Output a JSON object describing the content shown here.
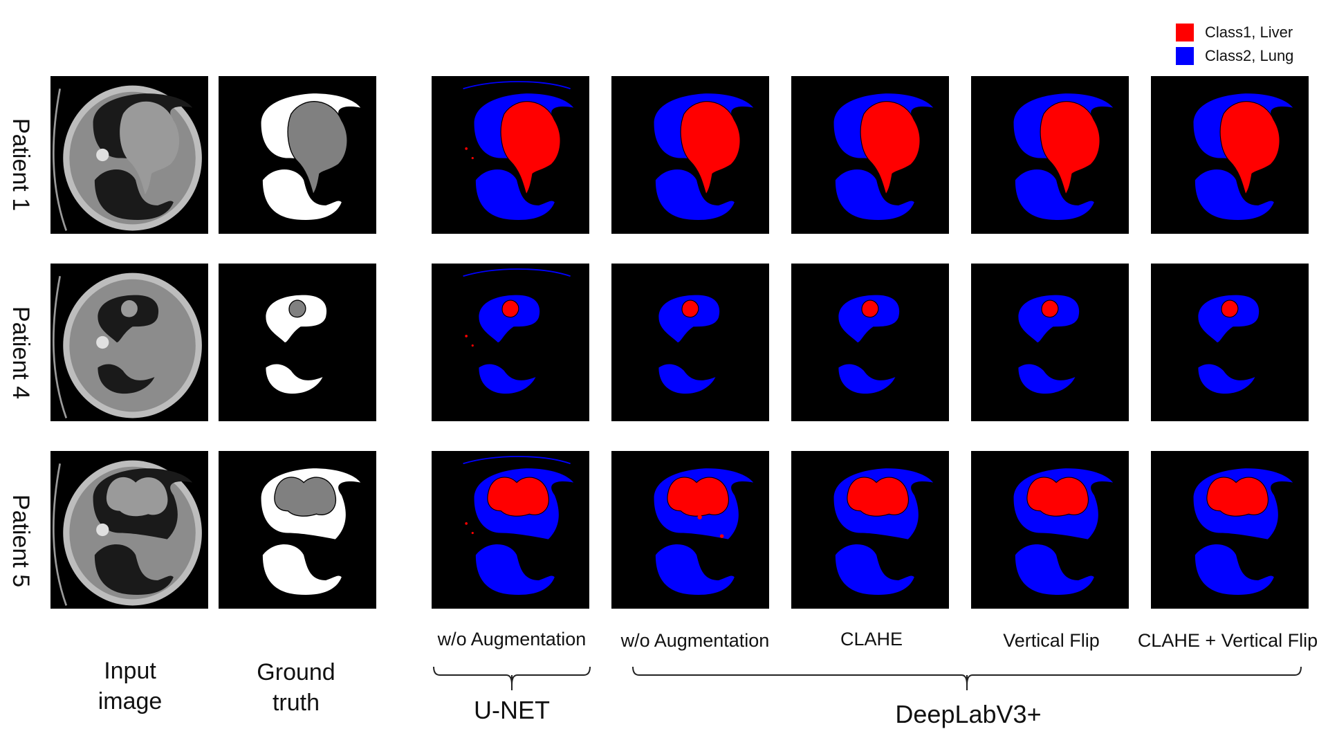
{
  "legend": {
    "items": [
      {
        "label": "Class1, Liver",
        "color": "#ff0000"
      },
      {
        "label": "Class2, Lung",
        "color": "#0000ff"
      }
    ]
  },
  "rows": [
    {
      "label": "Patient 1",
      "variant": "p1"
    },
    {
      "label": "Patient 4",
      "variant": "p4"
    },
    {
      "label": "Patient 5",
      "variant": "p5"
    }
  ],
  "columns": [
    {
      "label_line1": "Input",
      "label_line2": "image",
      "kind": "ct"
    },
    {
      "label_line1": "Ground",
      "label_line2": "truth",
      "kind": "gt"
    },
    {
      "label": "w/o Augmentation",
      "kind": "seg"
    },
    {
      "label": "w/o Augmentation",
      "kind": "seg"
    },
    {
      "label": "CLAHE",
      "kind": "seg"
    },
    {
      "label": "Vertical Flip",
      "kind": "seg"
    },
    {
      "label": "CLAHE + Vertical Flip",
      "kind": "seg"
    }
  ],
  "groups": [
    {
      "label": "U-NET"
    },
    {
      "label": "DeepLabV3+"
    }
  ],
  "colors": {
    "liver": "#ff0000",
    "lung": "#0000ff",
    "background": "#000000",
    "gt_lung": "#ffffff",
    "gt_liver": "#808080",
    "ct_body": "#bdbdbd",
    "ct_lung": "#1a1a1a",
    "ct_liver": "#9a9a9a"
  }
}
